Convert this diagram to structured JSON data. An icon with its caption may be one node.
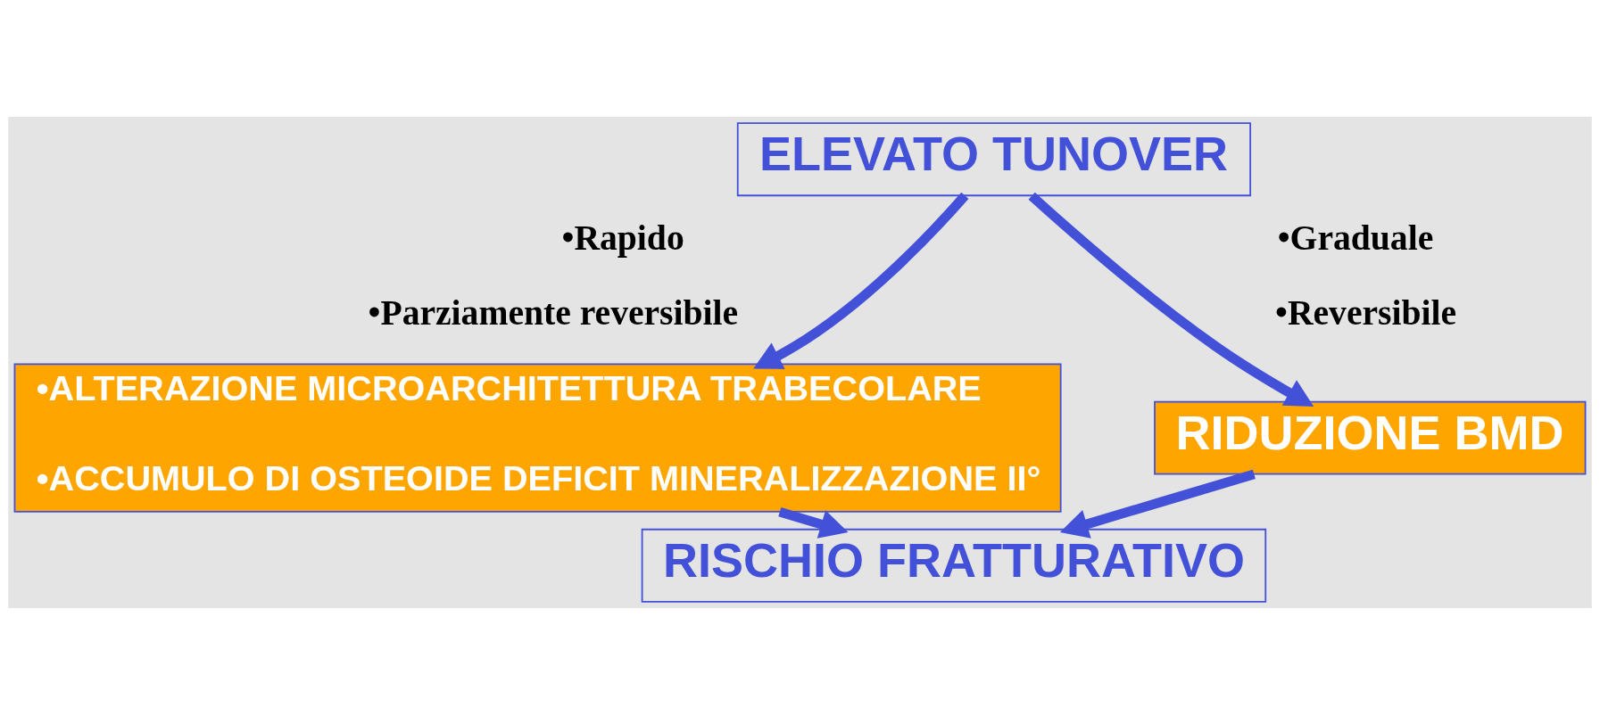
{
  "diagram": {
    "nodes": [
      {
        "text": [
          "ELEVATO TUNOVER"
        ]
      },
      {
        "text": [
          "•ALTERAZIONE MICROARCHITETTURA TRABECOLARE",
          "•ACCUMULO DI OSTEOIDE DEFICIT MINERALIZZAZIONE II°"
        ]
      },
      {
        "text": [
          "RIDUZIONE BMD"
        ]
      },
      {
        "text": [
          "RISCHIO FRATTURATIVO"
        ]
      }
    ],
    "edges": [
      {
        "from": 0,
        "to": 1,
        "arrow": "to"
      },
      {
        "from": 0,
        "to": 2,
        "arrow": "to"
      },
      {
        "from": 1,
        "to": 3,
        "arrow": "to"
      },
      {
        "from": 2,
        "to": 3,
        "arrow": "to"
      }
    ],
    "labels": [
      "•Rapido",
      "•Parziamente reversibile",
      "•Graduale",
      "•Reversibile"
    ]
  }
}
